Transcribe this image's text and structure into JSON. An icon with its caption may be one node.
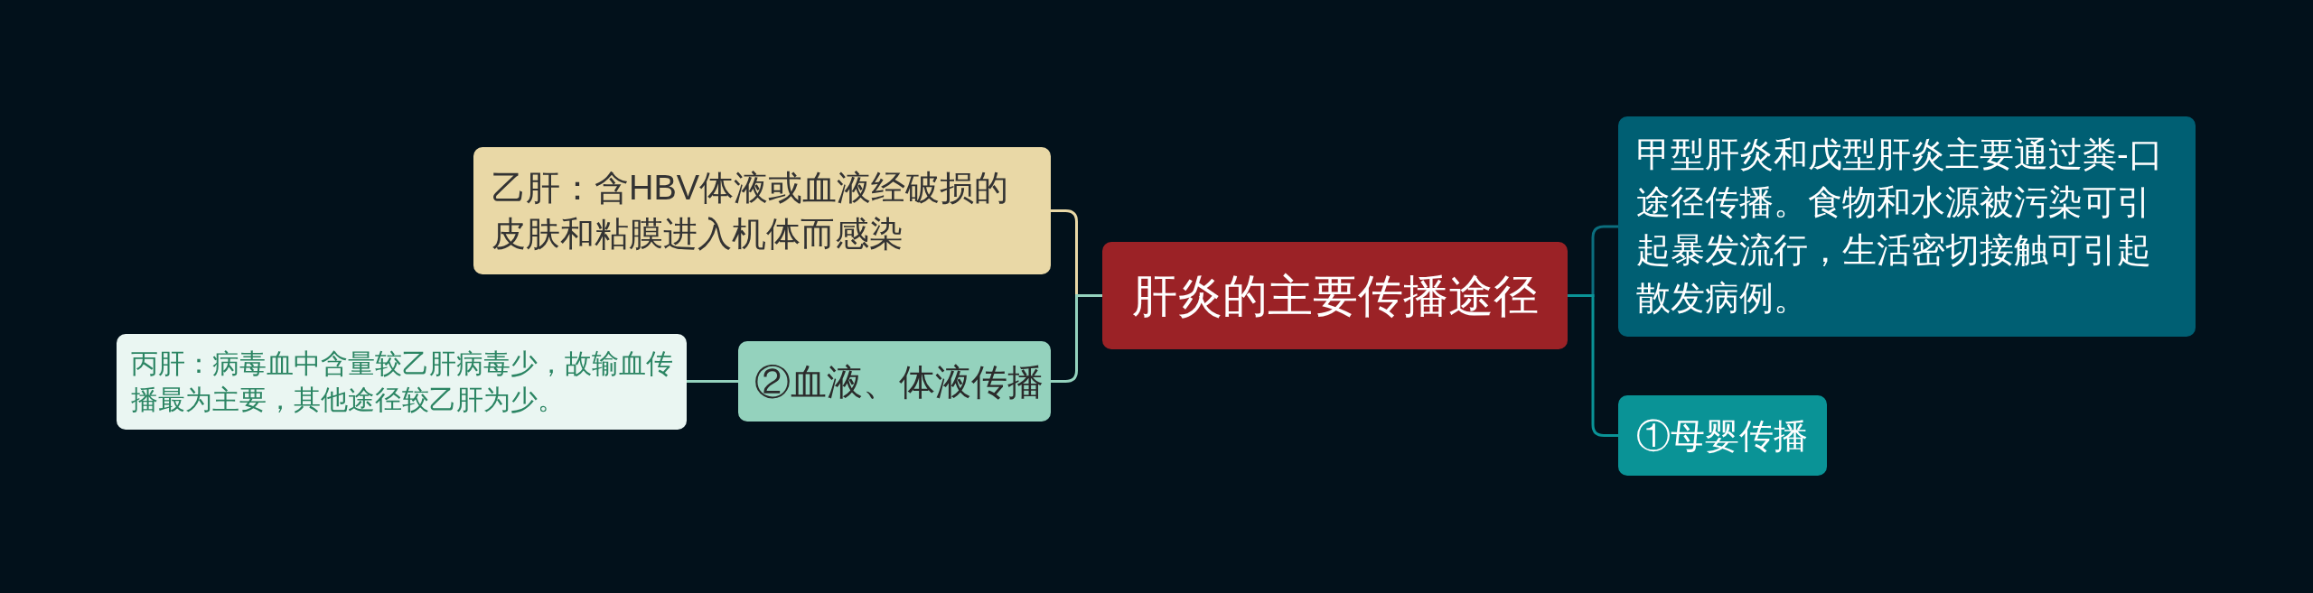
{
  "diagram": {
    "nodes": [
      {
        "text": [
          "肝炎的主要传播途径"
        ]
      },
      {
        "text": [
          "乙肝：含HBV体液或血液经破损的皮肤和粘膜进入机体而感染"
        ]
      },
      {
        "text": [
          "②血液、体液传播"
        ]
      },
      {
        "text": [
          "丙肝：病毒血中含量较乙肝病毒少，故输血传播最为主要，其他途径较乙肝为少。"
        ]
      },
      {
        "text": [
          "甲型肝炎和戊型肝炎主要通过粪-口途径传播。食物和水源被污染可引起暴发流行，生活密切接触可引起散发病例。"
        ]
      },
      {
        "text": [
          "①母婴传播"
        ]
      }
    ],
    "edges": [
      {
        "from": 0,
        "to": 1,
        "arrow": "none",
        "color": "#e9d8a6"
      },
      {
        "from": 0,
        "to": 2,
        "arrow": "none",
        "color": "#94d2bd"
      },
      {
        "from": 2,
        "to": 3,
        "arrow": "none",
        "color": "#94d2bd"
      },
      {
        "from": 0,
        "to": 4,
        "arrow": "none",
        "color": "#0b6e7e"
      },
      {
        "from": 0,
        "to": 5,
        "arrow": "none",
        "color": "#0a9396"
      }
    ]
  }
}
